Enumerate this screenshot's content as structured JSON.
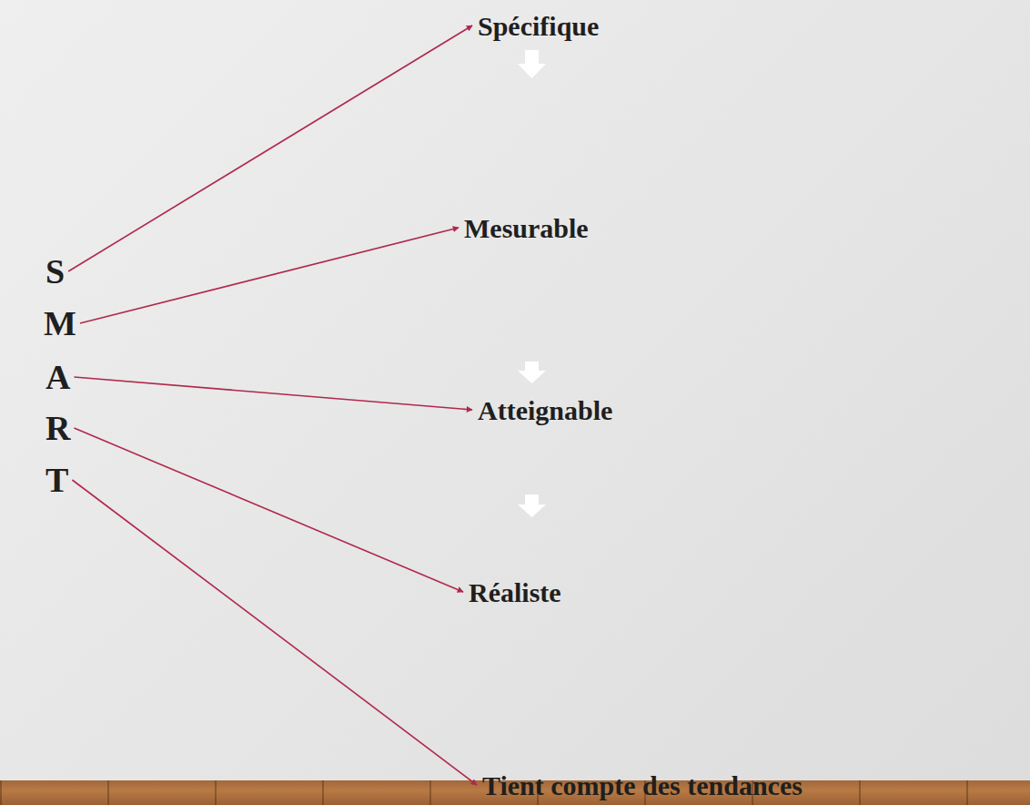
{
  "diagram": {
    "nodes": [
      {
        "text": [
          "S"
        ]
      },
      {
        "text": [
          "M"
        ]
      },
      {
        "text": [
          "A"
        ]
      },
      {
        "text": [
          "R"
        ]
      },
      {
        "text": [
          "T"
        ]
      },
      {
        "text": [
          "Spécifique"
        ]
      },
      {
        "text": [
          "Mesurable"
        ]
      },
      {
        "text": [
          "Atteignable"
        ]
      },
      {
        "text": [
          "Réaliste"
        ]
      },
      {
        "text": [
          "Tient compte des tendances"
        ]
      }
    ],
    "edges": [
      {
        "from": 0,
        "to": 5,
        "arrow": "to"
      },
      {
        "from": 1,
        "to": 6,
        "arrow": "to"
      },
      {
        "from": 2,
        "to": 7,
        "arrow": "to"
      },
      {
        "from": 3,
        "to": 8,
        "arrow": "to"
      },
      {
        "from": 4,
        "to": 9,
        "arrow": "to"
      }
    ]
  }
}
